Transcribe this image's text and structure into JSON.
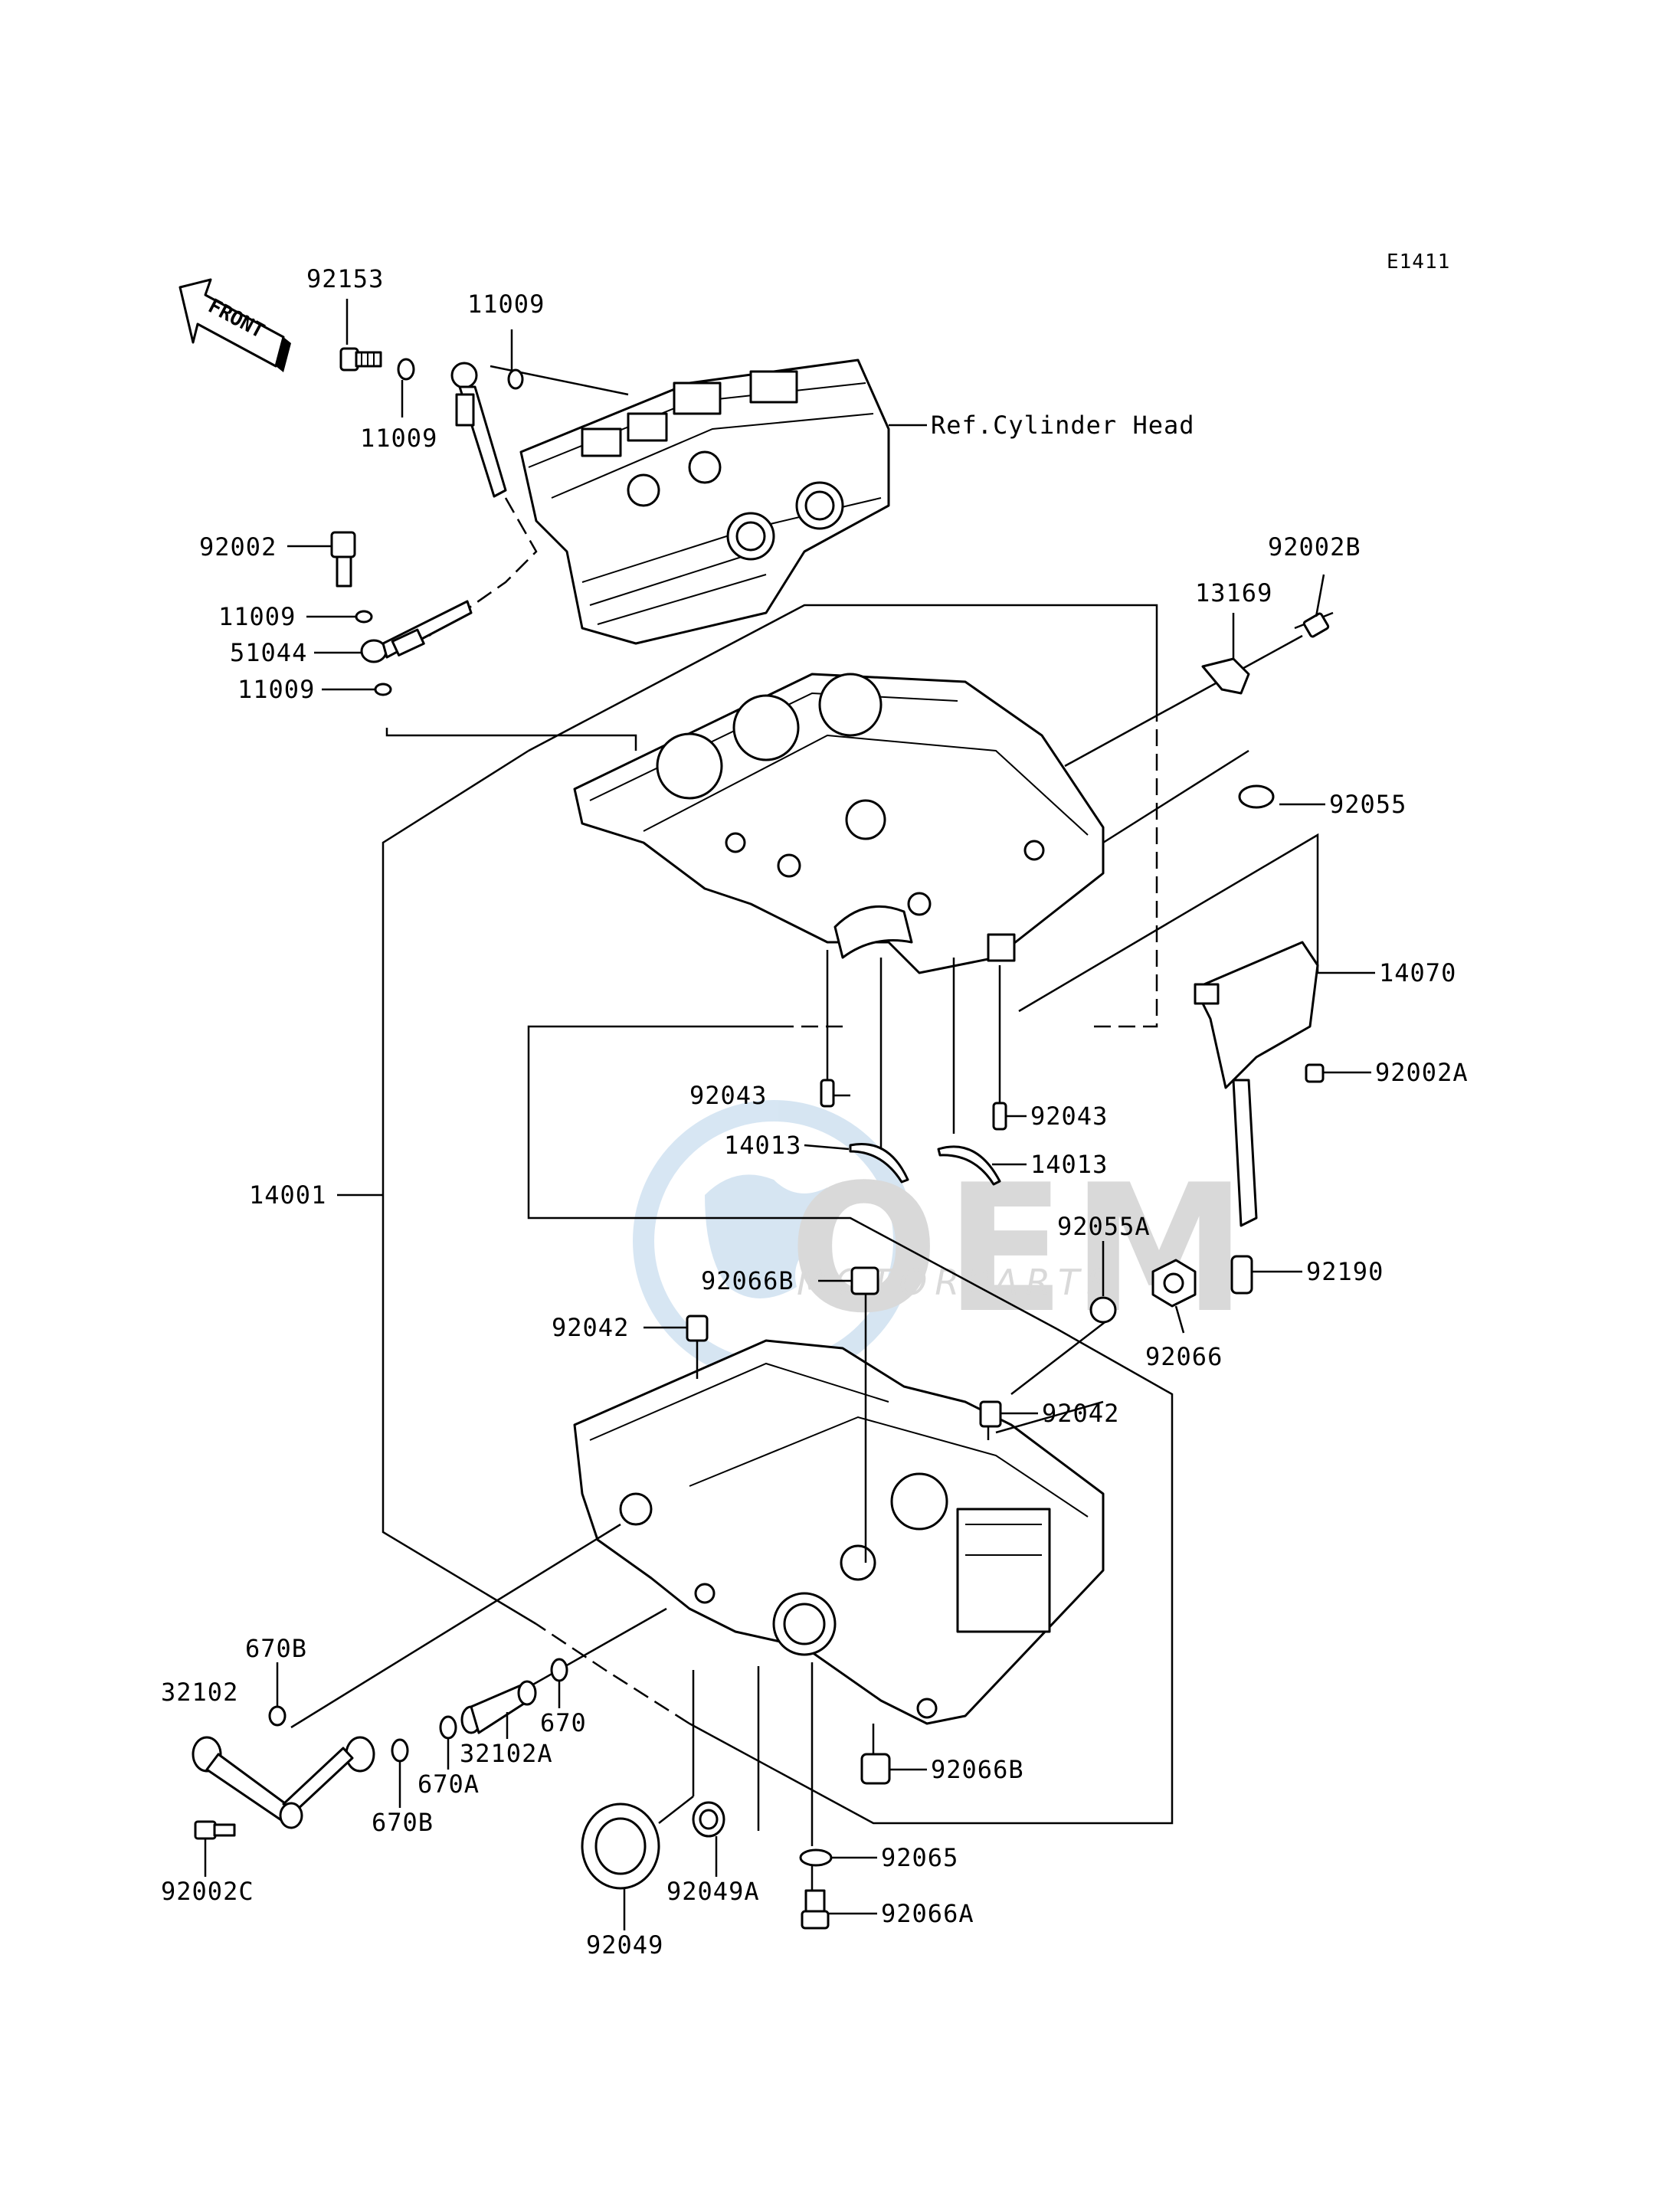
{
  "diagram_code": "E1411",
  "front_label": "FRONT",
  "reference": "Ref.Cylinder Head",
  "watermark": {
    "brand": "OEM",
    "sub": "MOTORPARTS"
  },
  "parts": {
    "p92153": "92153",
    "p11009_top": "11009",
    "p11009_mid": "11009",
    "p92002": "92002",
    "p11009_a": "11009",
    "p51044": "51044",
    "p11009_b": "11009",
    "p92002B": "92002B",
    "p13169": "13169",
    "p92055": "92055",
    "p14070": "14070",
    "p92002A": "92002A",
    "p92043_l": "92043",
    "p92043_r": "92043",
    "p14013_l": "14013",
    "p14013_r": "14013",
    "p14001": "14001",
    "p92055A": "92055A",
    "p92066B_top": "92066B",
    "p92042_l": "92042",
    "p92190": "92190",
    "p92066": "92066",
    "p92042_r": "92042",
    "p670B_top": "670B",
    "p32102": "32102",
    "p670": "670",
    "p32102A": "32102A",
    "p670A": "670A",
    "p670B_bot": "670B",
    "p92066B_bot": "92066B",
    "p92065": "92065",
    "p92049": "92049",
    "p92049A": "92049A",
    "p92002C": "92002C",
    "p92066A": "92066A"
  }
}
